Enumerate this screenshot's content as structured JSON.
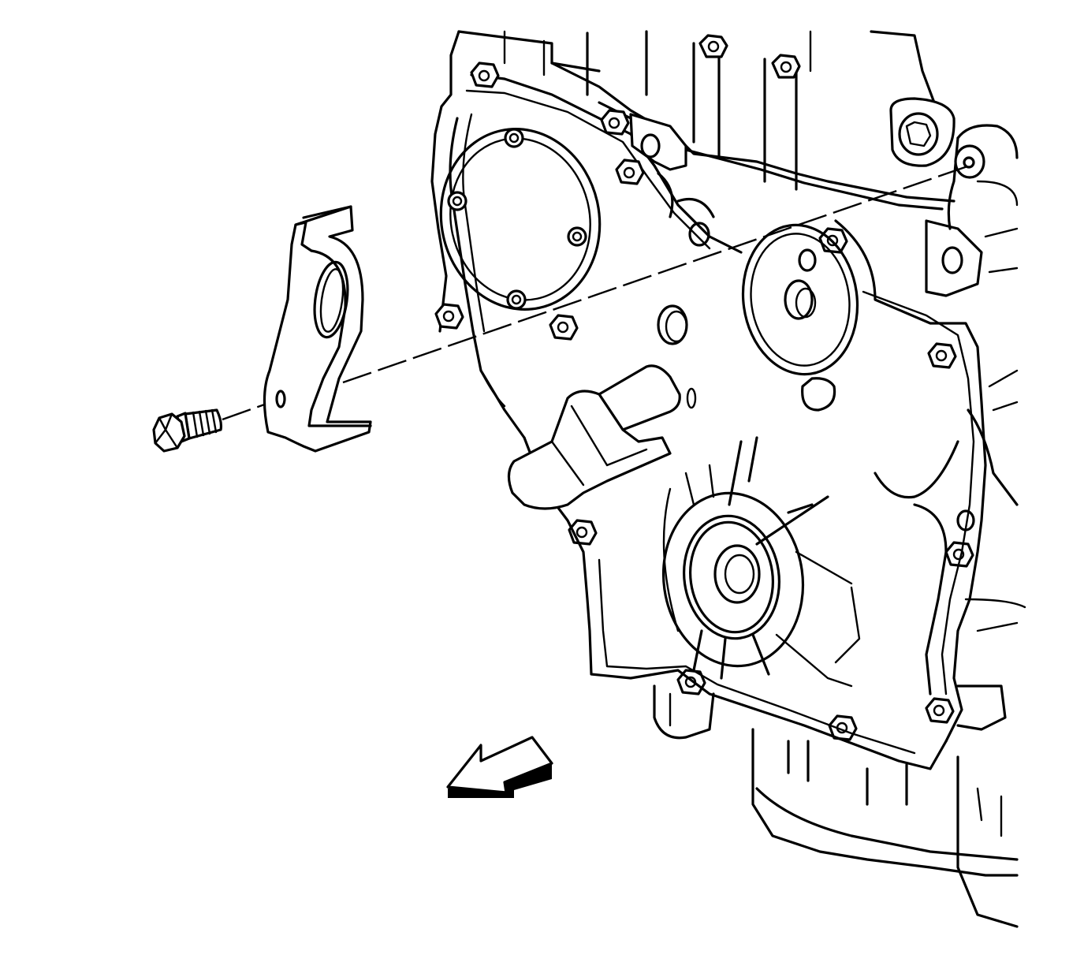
{
  "diagram": {
    "kind": "exploded-view service illustration",
    "parts": [
      {
        "name": "bracket",
        "icon": "bracket-icon"
      },
      {
        "name": "bolt",
        "icon": "bolt-icon"
      },
      {
        "name": "engine-front-cover",
        "icon": "engine-cover-icon"
      },
      {
        "name": "view-direction-arrow",
        "icon": "arrow-left-icon"
      }
    ],
    "colors": {
      "line": "#000000",
      "background": "#ffffff"
    }
  }
}
